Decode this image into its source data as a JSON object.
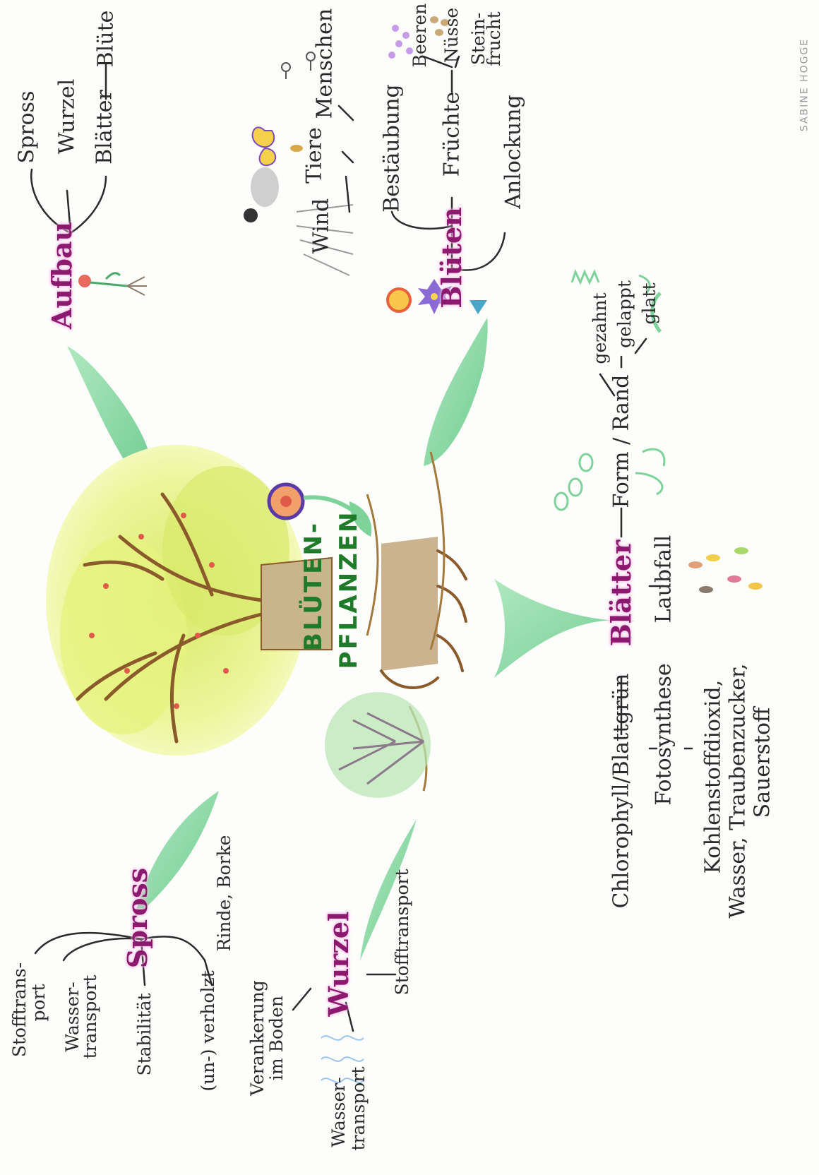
{
  "center": {
    "line1": "BLÜTEN-",
    "line2": "PFLANZEN"
  },
  "aufbau": {
    "hub": "Aufbau",
    "spross": "Spross",
    "wurzel": "Wurzel",
    "blaetter": "Blätter",
    "bluete": "Blüte"
  },
  "blueten": {
    "hub": "Blüten",
    "bestaeubung": "Bestäubung",
    "wind": "Wind",
    "tiere": "Tiere",
    "menschen": "Menschen",
    "fruechte": "Früchte",
    "beeren": "Beeren",
    "nuesse": "Nüsse",
    "steinfrucht_line1": "Stein-",
    "steinfrucht_line2": "frucht",
    "anlockung": "Anlockung"
  },
  "blaetter": {
    "hub": "Blätter",
    "chlorophyll": "Chlorophyll/Blattgrün",
    "fotosynthese": "Fotosynthese",
    "stoffe_line1": "Kohlenstoffdioxid,",
    "stoffe_line2": "Wasser, Traubenzucker,",
    "stoffe_line3": "Sauerstoff",
    "laubfall": "Laubfall",
    "form_rand": "Form / Rand",
    "gezahnt": "gezahnt",
    "gelappt": "gelappt",
    "glatt": "glatt"
  },
  "spross": {
    "hub": "Spross",
    "stofftransport_line1": "Stofftrans-",
    "stofftransport_line2": "port",
    "wassertransport_line1": "Wasser-",
    "wassertransport_line2": "transport",
    "stabilitaet": "Stabilität",
    "verholzt": "(un-) verholzt",
    "rinde": "Rinde, Borke"
  },
  "wurzel": {
    "hub": "Wurzel",
    "verankerung_line1": "Verankerung",
    "verankerung_line2": "im Boden",
    "wassertransport_line1": "Wasser-",
    "wassertransport_line2": "transport",
    "stofftransport": "Stofftransport"
  },
  "signature": "SABINE HOGGE",
  "colors": {
    "hub": "#8b1a6f",
    "highlight": "#f3b6e4",
    "leaf_green": "#7ed39a",
    "center_text": "#1f7a2a",
    "bark": "#8a5a2b",
    "crown": "#e9f38a"
  }
}
